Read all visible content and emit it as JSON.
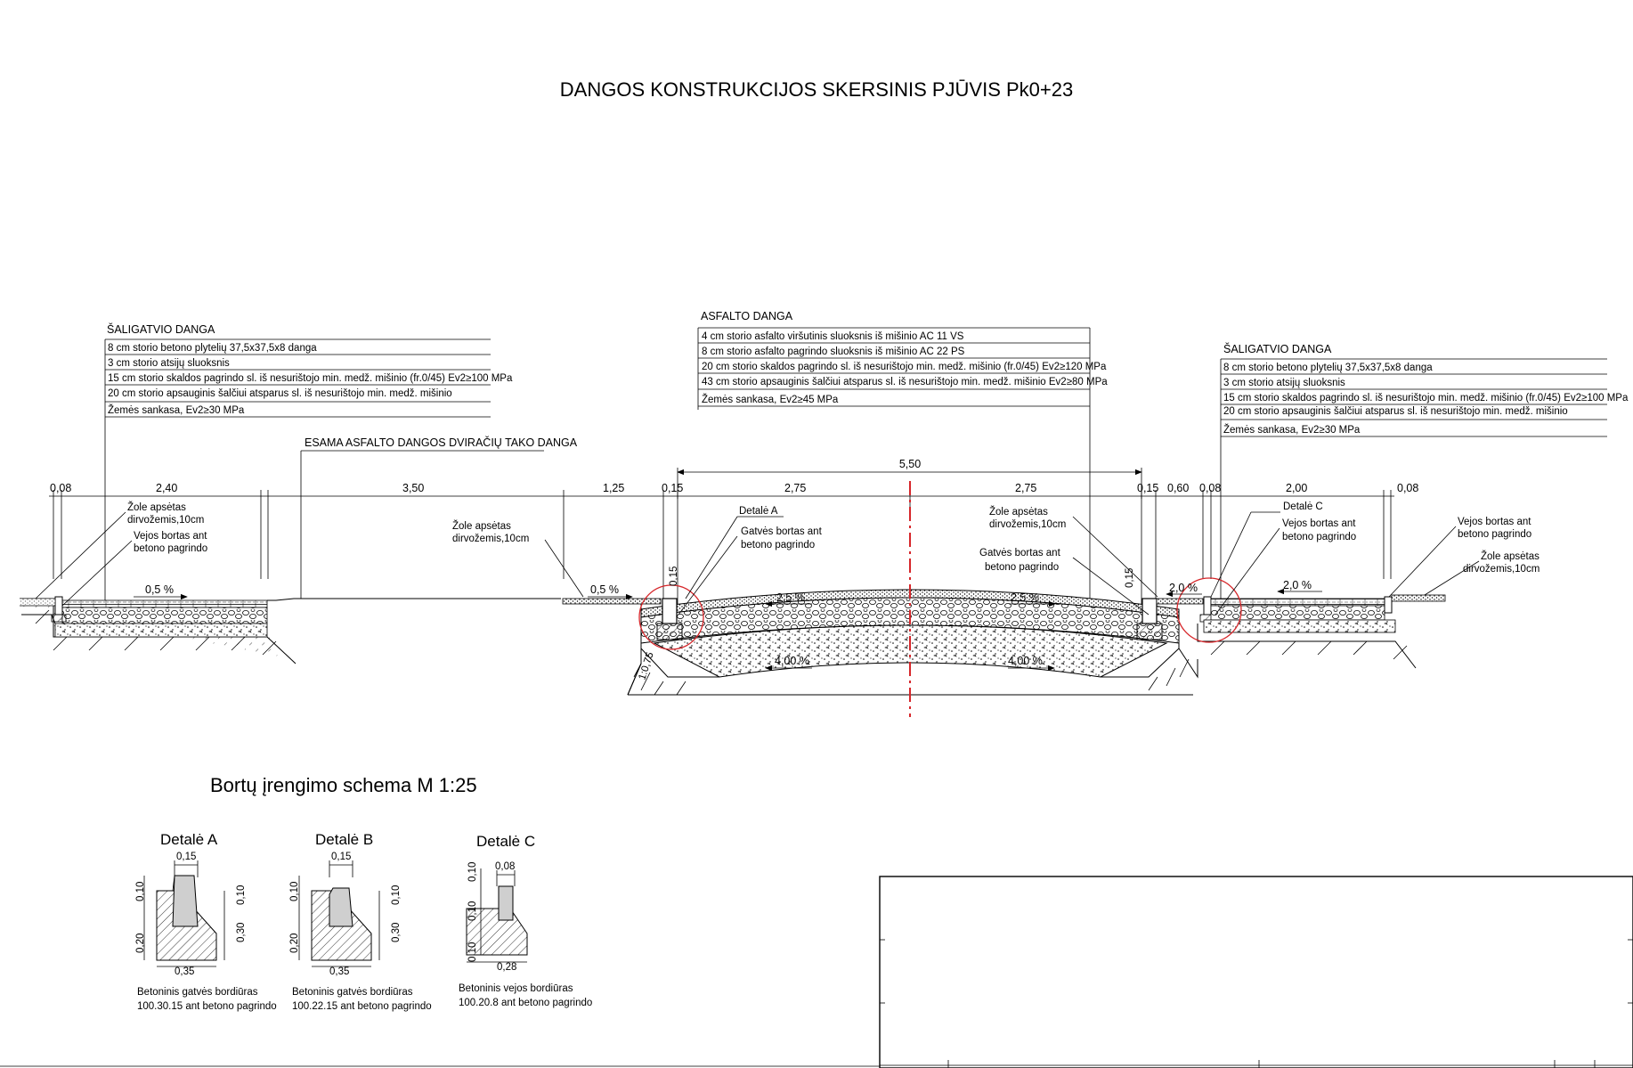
{
  "title": "DANGOS KONSTRUKCIJOS SKERSINIS PJŪVIS Pk0+23",
  "left_sidewalk": {
    "heading": "ŠALIGATVIO DANGA",
    "layers": [
      "8 cm storio betono plytelių 37,5x37,5x8 danga",
      "3 cm storio atsijų sluoksnis",
      "15 cm storio skaldos pagrindo sl. iš nesurištojo min. medž. mišinio (fr.0/45) Ev2≥100 MPa",
      "20 cm storio apsauginis šalčiui atsparus sl. iš nesurištojo min. medž. mišinio",
      "Žemės sankasa, Ev2≥30 MPa"
    ]
  },
  "asphalt": {
    "heading": "ASFALTO DANGA",
    "layers": [
      "4 cm storio asfalto viršutinis sluoksnis iš mišinio AC 11 VS",
      "8 cm storio asfalto pagrindo sluoksnis iš mišinio AC 22 PS",
      "20 cm storio skaldos pagrindo sl. iš nesurištojo min. medž. mišinio (fr.0/45) Ev2≥120 MPa",
      "43 cm storio apsauginis šalčiui atsparus sl. iš nesurištojo min. medž. mišinio Ev2≥80 MPa",
      "Žemės sankasa, Ev2≥45 MPa"
    ]
  },
  "right_sidewalk": {
    "heading": "ŠALIGATVIO DANGA",
    "layers": [
      "8 cm storio betono plytelių 37,5x37,5x8 danga",
      "3 cm storio atsijų sluoksnis",
      "15 cm storio skaldos pagrindo sl. iš nesurištojo min. medž. mišinio (fr.0/45) Ev2≥100 MPa",
      "20 cm storio apsauginis šalčiui atsparus sl. iš nesurištojo min. medž. mišinio",
      "Žemės sankasa, Ev2≥30 MPa"
    ]
  },
  "bike_path_label": "ESAMA ASFALTO DANGOS DVIRAČIŲ TAKO DANGA",
  "overall_dim": "5,50",
  "dims": [
    "0,08",
    "2,40",
    "3,50",
    "1,25",
    "0,15",
    "2,75",
    "2,75",
    "0,15",
    "0,60",
    "0,08",
    "2,00",
    "0,08"
  ],
  "labels": {
    "grass_l1": "Žole apsėtas",
    "grass_l2": "dirvožemis,10cm",
    "lawn_curb_l1": "Vejos bortas ant",
    "lawn_curb_l2": "betono pagrindo",
    "street_curb_l1": "Gatvės bortas ant",
    "street_curb_l2": "betono pagrindo",
    "detail_a": "Detalė A",
    "detail_c": "Detalė C"
  },
  "slopes": {
    "sw_left": "0,5 %",
    "bike": "0,5 %",
    "road_left": "2,5 %",
    "road_right": "2,5 %",
    "sub_left": "4,00 %",
    "sub_right": "4,00 %",
    "sw_right_a": "2,0 %",
    "sw_right_b": "2,0 %",
    "embank": "1:0,75"
  },
  "curb_heights": [
    "0,15",
    "0,15"
  ],
  "schema_title": "Bortų įrengimo schema M 1:25",
  "details": [
    {
      "title": "Detalė A",
      "top": "0,15",
      "bottom": "0,35",
      "left_a": "0,10",
      "left_b": "0,20",
      "right_a": "0,10",
      "right_b": "0,30",
      "caption_1": "Betoninis gatvės bordiūras",
      "caption_2": "100.30.15 ant betono pagrindo"
    },
    {
      "title": "Detalė B",
      "top": "0,15",
      "bottom": "0,35",
      "left_a": "0,10",
      "left_b": "0,20",
      "right_a": "0,10",
      "right_b": "0,30",
      "caption_1": "Betoninis gatvės bordiūras",
      "caption_2": "100.22.15 ant betono pagrindo"
    },
    {
      "title": "Detalė C",
      "top": "0,08",
      "bottom": "0,28",
      "left_a": "0,10",
      "left_b": "0,10",
      "left_c": "0,10",
      "caption_1": "Betoninis vejos bordiūras",
      "caption_2": "100.20.8 ant betono pagrindo"
    }
  ],
  "colors": {
    "line": "#000000",
    "axis": "#d6262a",
    "curb_fill": "#cfcfcf"
  }
}
